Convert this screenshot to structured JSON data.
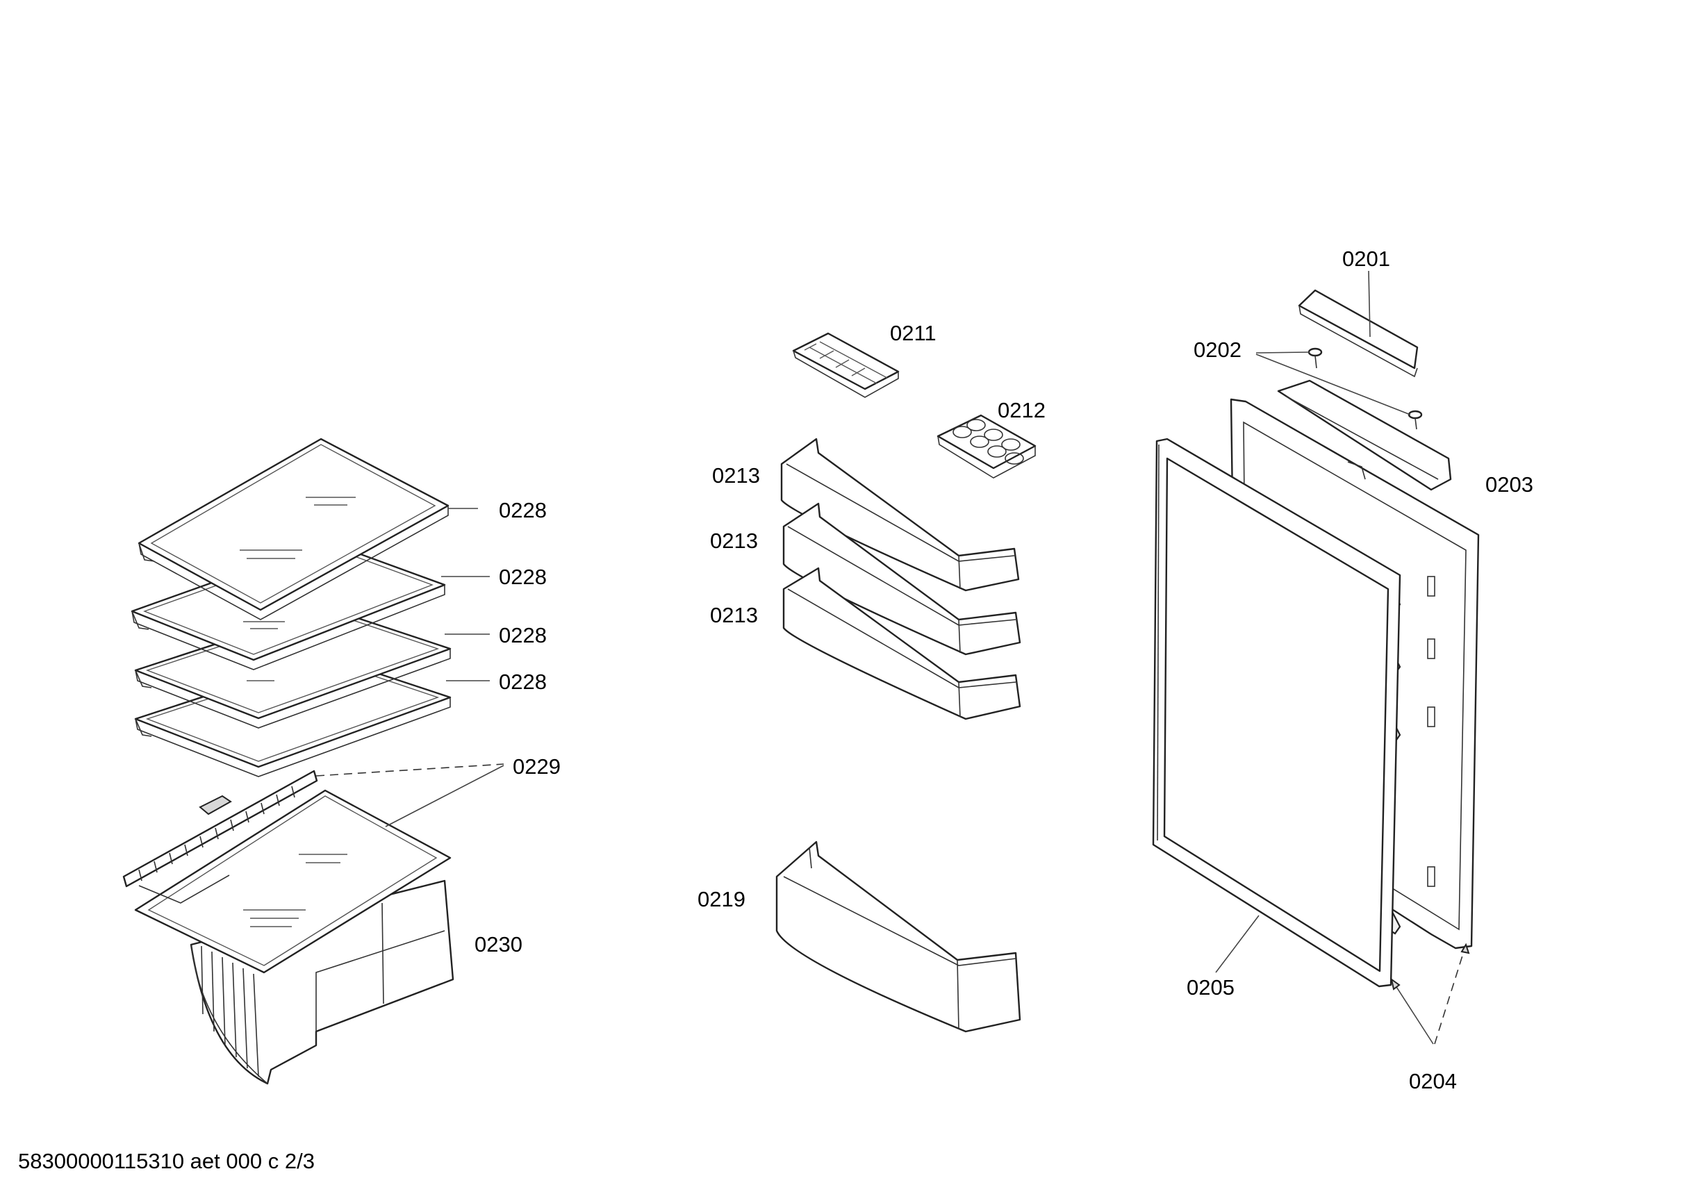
{
  "colors": {
    "background": "#ffffff",
    "line": "#222222",
    "text": "#000000"
  },
  "part_labels": {
    "p0201": "0201",
    "p0202": "0202",
    "p0203": "0203",
    "p0204": "0204",
    "p0205": "0205",
    "p0211": "0211",
    "p0212": "0212",
    "p0213a": "0213",
    "p0213b": "0213",
    "p0213c": "0213",
    "p0219": "0219",
    "p0228a": "0228",
    "p0228b": "0228",
    "p0228c": "0228",
    "p0228d": "0228",
    "p0229": "0229",
    "p0230": "0230"
  },
  "footer": {
    "document_code": "58300000115310 aet 000 c 2/3"
  }
}
